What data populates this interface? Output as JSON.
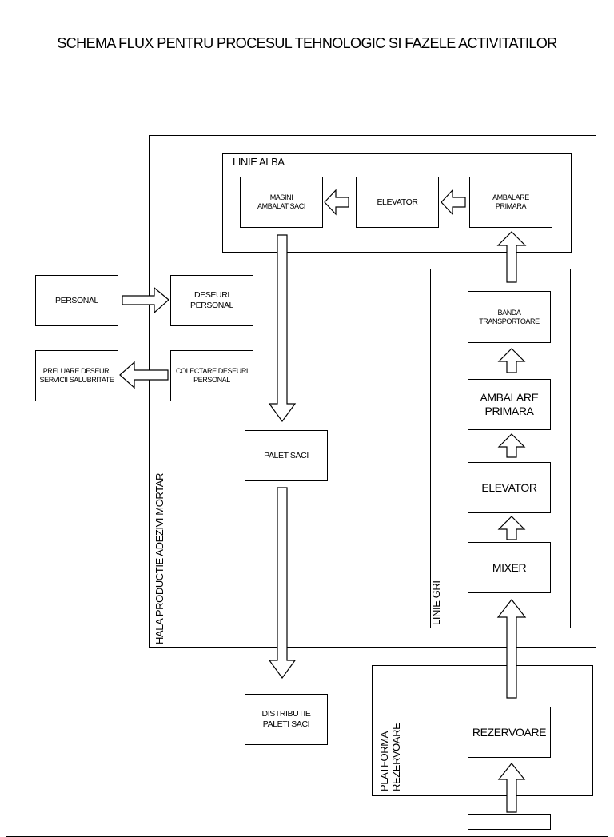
{
  "title": "SCHEMA FLUX PENTRU PROCESUL TEHNOLOGIC SI FAZELE ACTIVITATILOR",
  "regions": {
    "hala": "HALA PRODUCTIE ADEZIVI MORTAR",
    "linie_alba": "LINIE ALBA",
    "linie_gri": "LINIE GRI",
    "platforma": [
      "PLATFORMA",
      "REZERVOARE"
    ]
  },
  "linie_alba": {
    "masini": [
      "MASINI",
      "AMBALAT SACI"
    ],
    "elevator": "ELEVATOR",
    "ambalare": [
      "AMBALARE",
      "PRIMARA"
    ]
  },
  "linie_gri": {
    "banda": [
      "BANDA",
      "TRANSPORTOARE"
    ],
    "ambalare": [
      "AMBALARE",
      "PRIMARA"
    ],
    "elevator": "ELEVATOR",
    "mixer": "MIXER"
  },
  "personal": {
    "personal": "PERSONAL",
    "deseuri": [
      "DESEURI",
      "PERSONAL"
    ],
    "colectare": [
      "COLECTARE DESEURI",
      "PERSONAL"
    ],
    "preluare": [
      "PRELUARE DESEURI",
      "SERVICII SALUBRITATE"
    ]
  },
  "flow": {
    "palet": "PALET SACI",
    "distributie": [
      "DISTRIBUTIE",
      "PALETI SACI"
    ],
    "rezervoare": "REZERVOARE"
  }
}
